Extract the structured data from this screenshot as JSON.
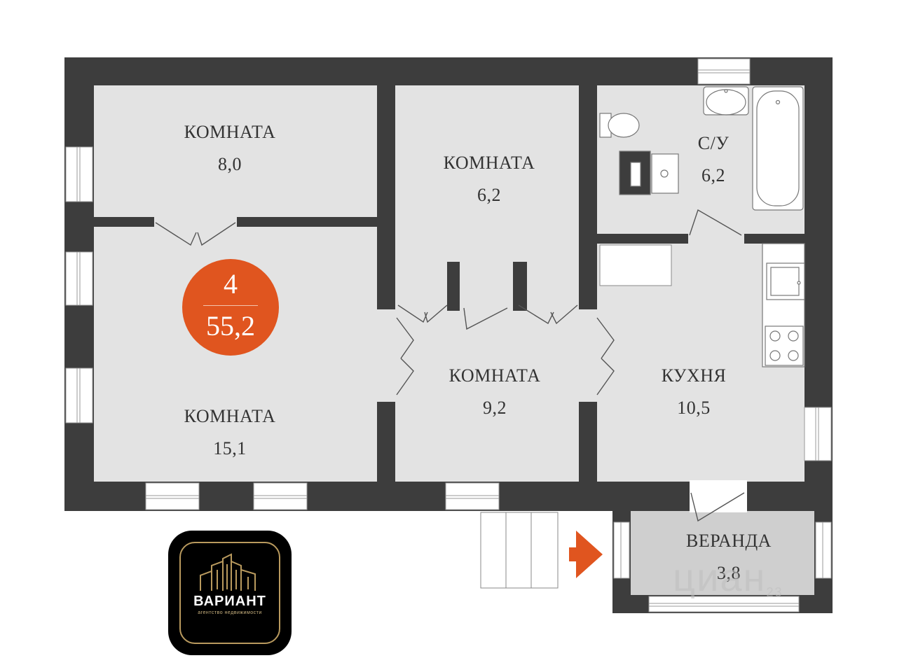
{
  "rooms": [
    {
      "name": "КОМНАТА",
      "area": "8,0"
    },
    {
      "name": "КОМНАТА",
      "area": "6,2"
    },
    {
      "name": "С/У",
      "area": "6,2"
    },
    {
      "name": "КОМНАТА",
      "area": "15,1"
    },
    {
      "name": "КОМНАТА",
      "area": "9,2"
    },
    {
      "name": "КУХНЯ",
      "area": "10,5"
    },
    {
      "name": "ВЕРАНДА",
      "area": "3,8"
    }
  ],
  "summary": {
    "rooms_count": "4",
    "total_area": "55,2"
  },
  "logo": {
    "name": "ВАРИАНТ",
    "subtitle": "агентство недвижимости"
  },
  "watermark": {
    "text": "циан",
    "year": "23"
  },
  "colors": {
    "wall": "#3d3d3d",
    "floor": "#e3e3e3",
    "veranda": "#cfcfcf",
    "accent": "#e0551f",
    "logo_gold": "#b99a5e"
  }
}
